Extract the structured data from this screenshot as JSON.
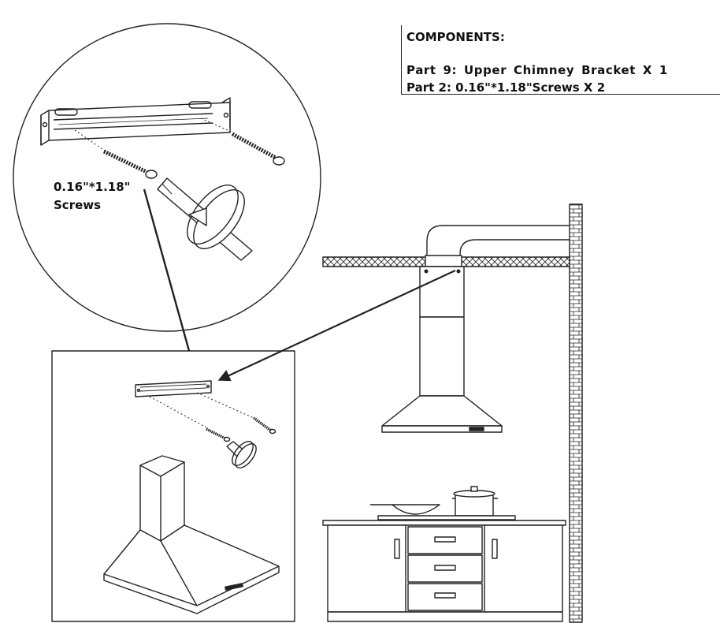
{
  "components": {
    "title": "COMPONENTS:",
    "items": [
      "Part 9: Upper Chimney Bracket X 1",
      "Part 2: 0.16\"*1.18\"Screws X 2"
    ]
  },
  "callout": {
    "line1": "0.16\"*1.18\"",
    "line2": "Screws"
  },
  "colors": {
    "stroke": "#222222",
    "background": "#ffffff"
  },
  "icons": [
    "bracket-icon",
    "screw-icon",
    "screwdriver-icon",
    "range-hood-icon",
    "brick-wall-icon",
    "ceiling-icon",
    "duct-icon",
    "cabinet-icon",
    "stove-icon",
    "pot-icon",
    "wok-icon"
  ]
}
